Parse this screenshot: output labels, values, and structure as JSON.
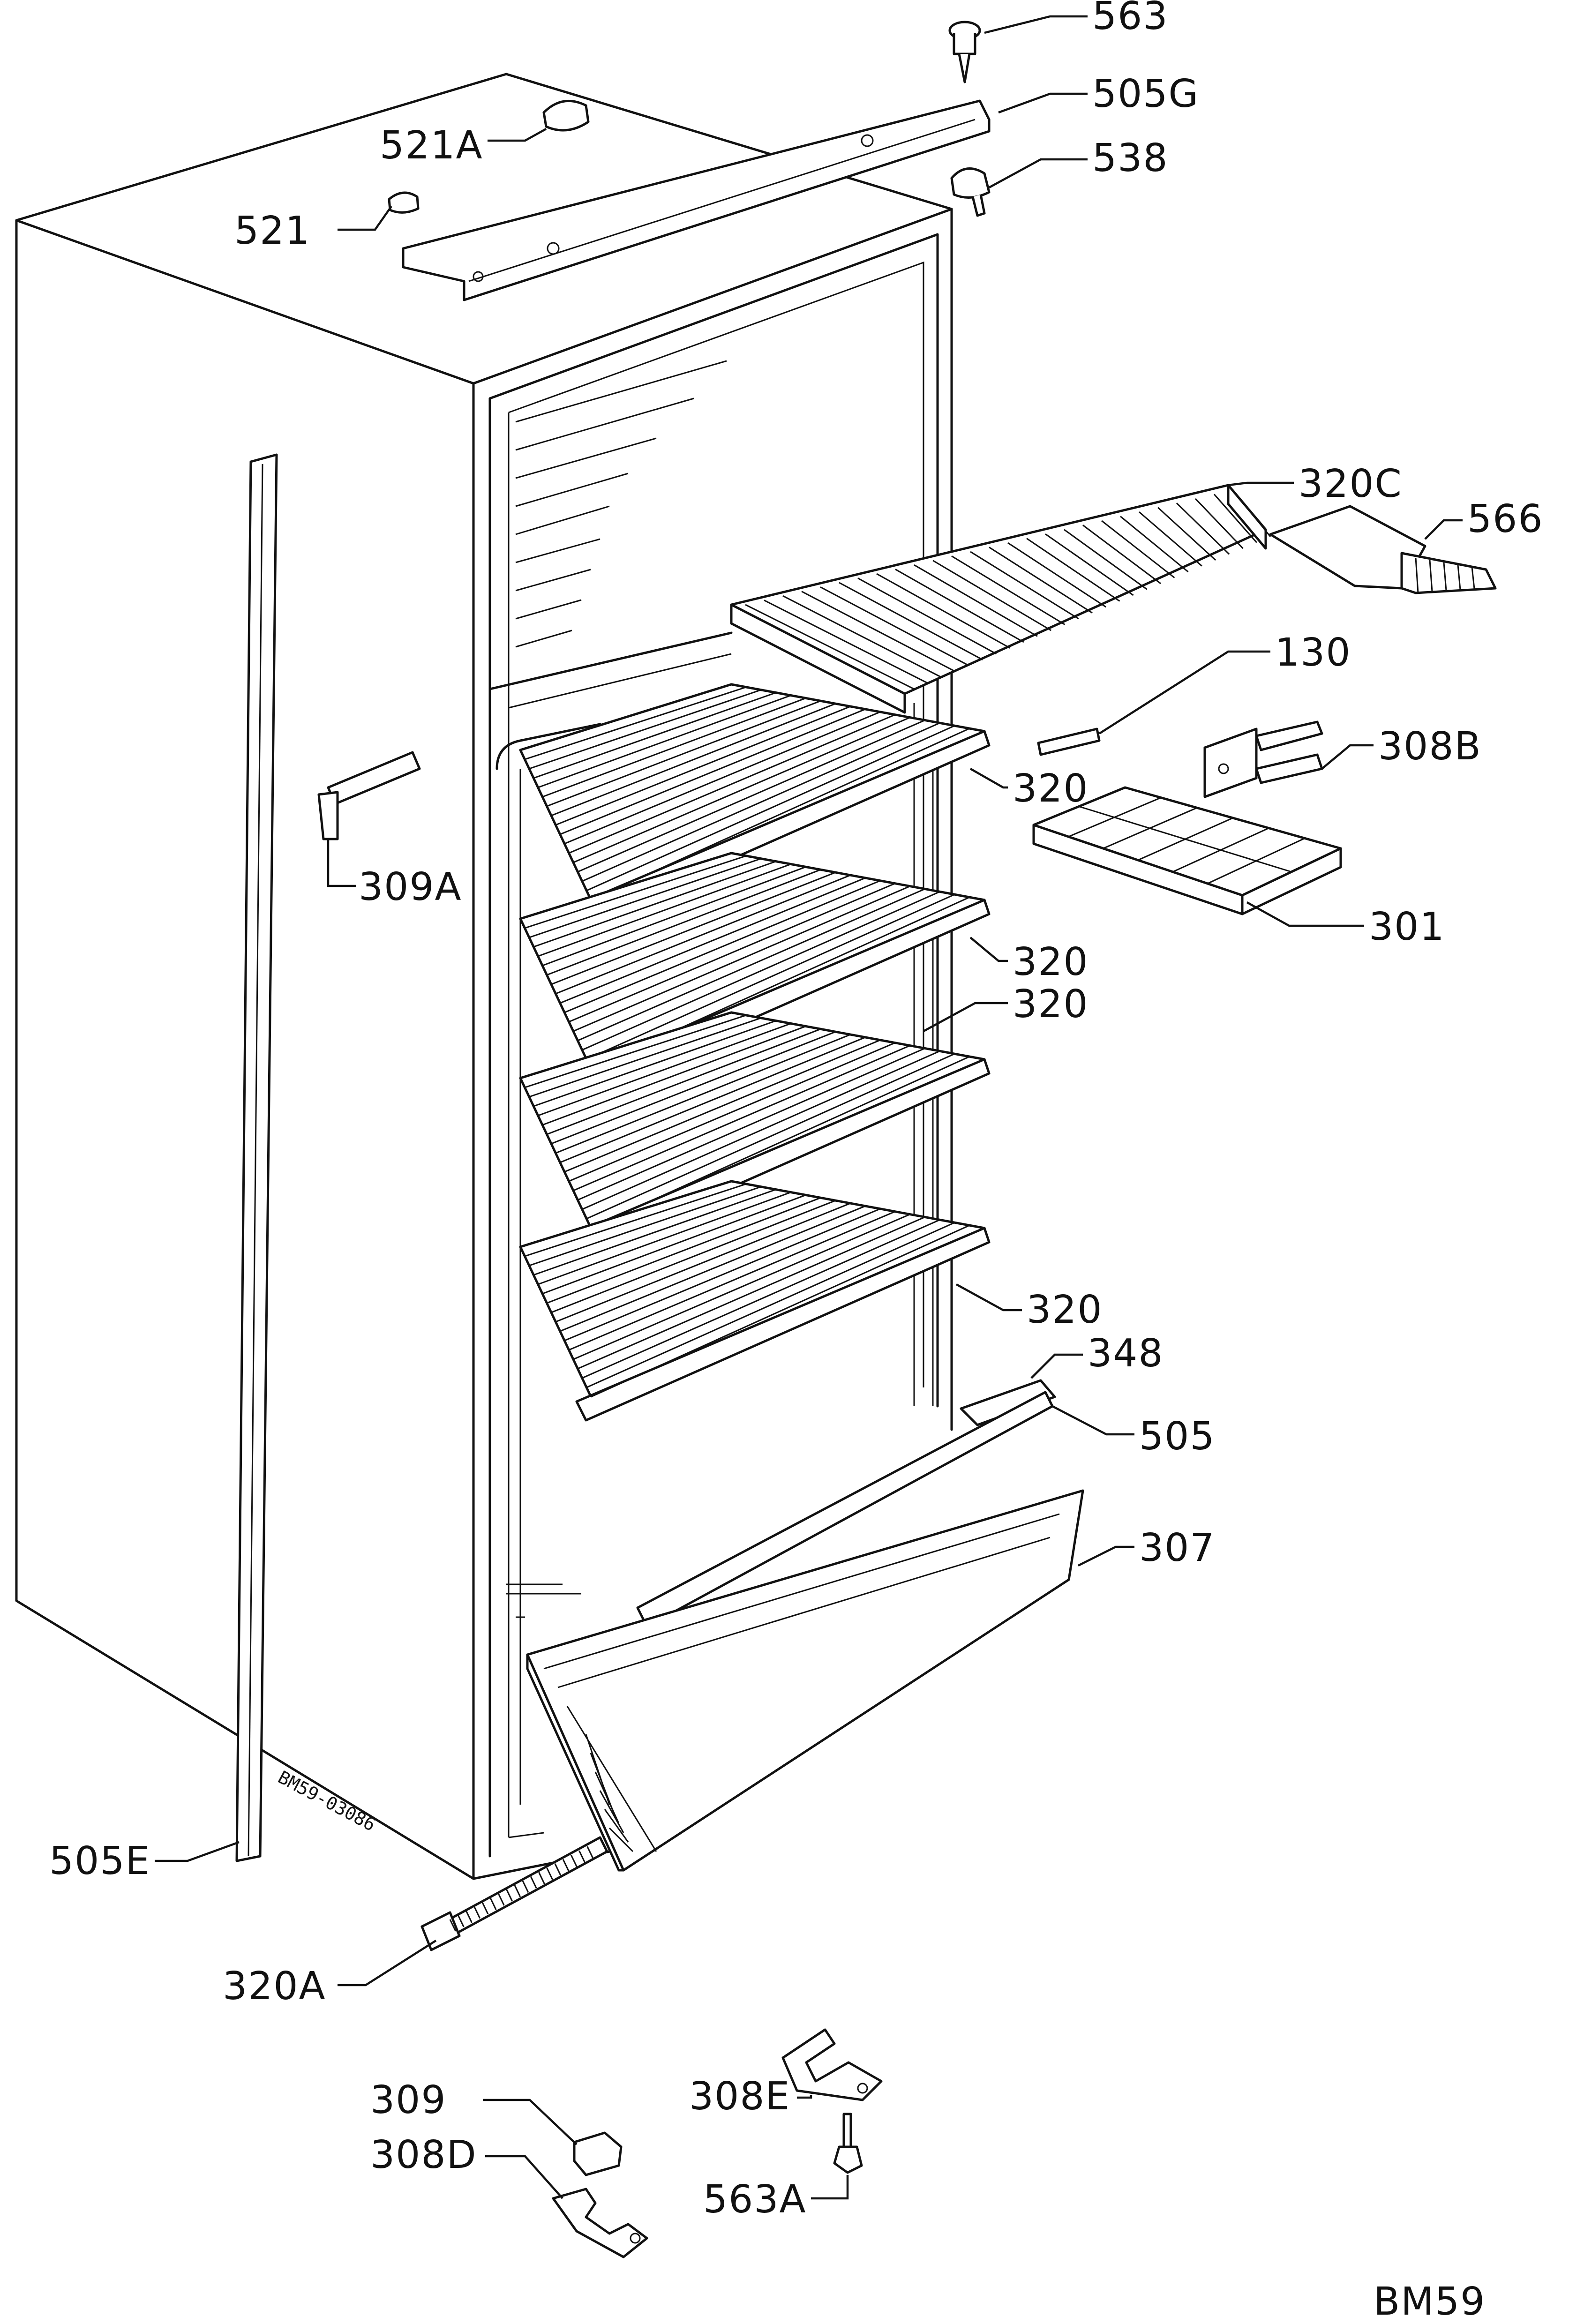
{
  "diagram": {
    "code": "BM59",
    "drawing_note": "BM59-03086",
    "labels": {
      "l563": "563",
      "l505G": "505G",
      "l521A": "521A",
      "l538": "538",
      "l521": "521",
      "l320C": "320C",
      "l566": "566",
      "l130": "130",
      "l308B": "308B",
      "l320_a": "320",
      "l309A": "309A",
      "l301": "301",
      "l320_b": "320",
      "l320_c": "320",
      "l320_d": "320",
      "l348": "348",
      "l505": "505",
      "l307": "307",
      "l505E": "505E",
      "l320A": "320A",
      "l309": "309",
      "l308E": "308E",
      "l308D": "308D",
      "l563A": "563A"
    }
  }
}
